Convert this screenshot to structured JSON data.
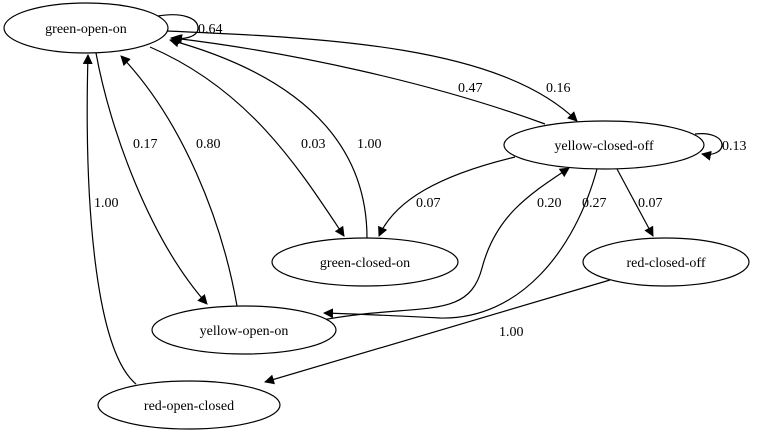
{
  "nodes": {
    "green_open_on": "green-open-on",
    "yellow_closed_off": "yellow-closed-off",
    "green_closed_on": "green-closed-on",
    "red_closed_off": "red-closed-off",
    "yellow_open_on": "yellow-open-on",
    "red_open_closed": "red-open-closed"
  },
  "edges": [
    {
      "from": "green-open-on",
      "to": "green-open-on",
      "label": "0.64"
    },
    {
      "from": "yellow-closed-off",
      "to": "green-open-on",
      "label": "0.47"
    },
    {
      "from": "green-open-on",
      "to": "yellow-closed-off",
      "label": "0.16"
    },
    {
      "from": "yellow-closed-off",
      "to": "yellow-closed-off",
      "label": "0.13"
    },
    {
      "from": "green-open-on",
      "to": "yellow-open-on",
      "label": "0.17"
    },
    {
      "from": "yellow-open-on",
      "to": "green-open-on",
      "label": "0.80"
    },
    {
      "from": "green-open-on",
      "to": "green-closed-on",
      "label": "0.03"
    },
    {
      "from": "green-closed-on",
      "to": "green-open-on",
      "label": "1.00"
    },
    {
      "from": "yellow-closed-off",
      "to": "green-closed-on",
      "label": "0.07"
    },
    {
      "from": "yellow-open-on",
      "to": "yellow-closed-off",
      "label": "0.20"
    },
    {
      "from": "yellow-closed-off",
      "to": "yellow-open-on",
      "label": "0.27"
    },
    {
      "from": "yellow-closed-off",
      "to": "red-closed-off",
      "label": "0.07"
    },
    {
      "from": "red-closed-off",
      "to": "red-open-closed",
      "label": "1.00"
    },
    {
      "from": "red-open-closed",
      "to": "green-open-on",
      "label": "1.00"
    }
  ]
}
